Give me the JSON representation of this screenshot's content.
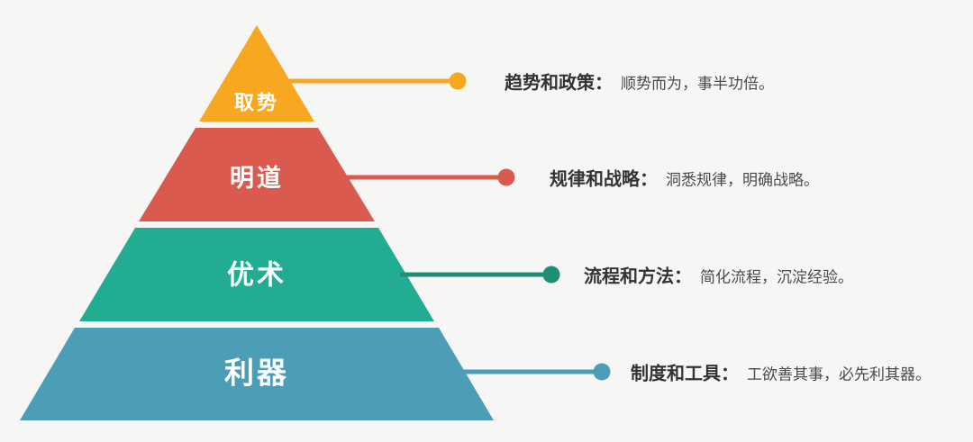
{
  "background_color": "#f6f6f5",
  "label_text_color": "#ffffff",
  "title_text_color": "#333333",
  "desc_text_color": "#4a4a4a",
  "levels": [
    {
      "name": "取势",
      "color": "#F8A820",
      "line_color": "#F8A820",
      "title": "趋势和政策：",
      "desc": "顺势而为，事半功倍。"
    },
    {
      "name": "明道",
      "color": "#DA5A50",
      "line_color": "#DA5A50",
      "title": "规律和战略：",
      "desc": "洞悉规律，明确战略。"
    },
    {
      "name": "优术",
      "color": "#22AD92",
      "line_color": "#1F8E77",
      "title": "流程和方法：",
      "desc": "简化流程，沉淀经验。"
    },
    {
      "name": "利器",
      "color": "#4C9DB6",
      "line_color": "#4C9DB6",
      "title": "制度和工具：",
      "desc": "工欲善其事，必先利其器。"
    }
  ]
}
